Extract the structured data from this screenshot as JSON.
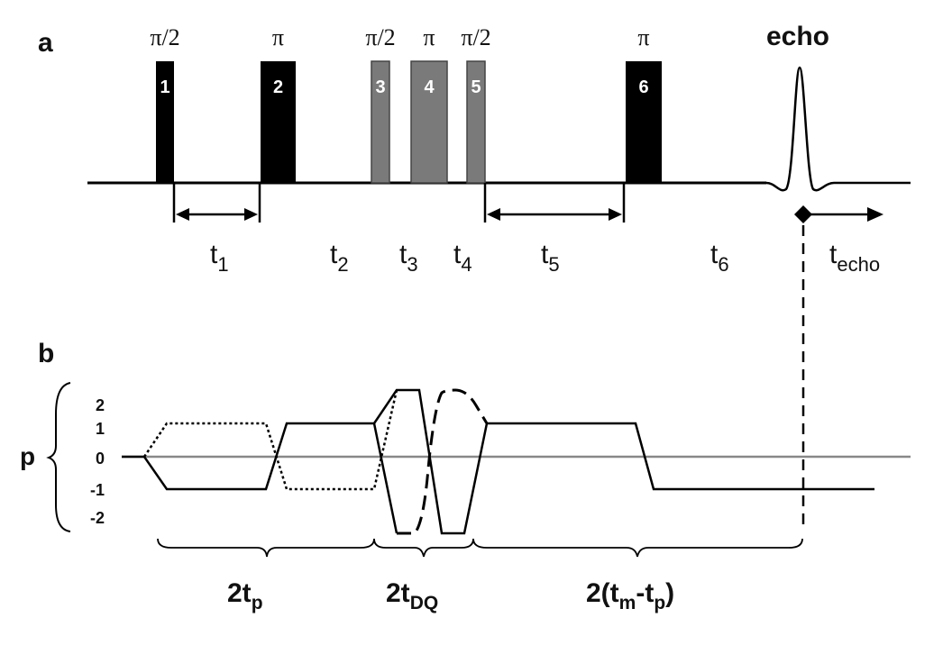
{
  "panel_a": {
    "label": "a",
    "pulses": [
      {
        "num": "1",
        "angle": "π/2",
        "color": "#000000"
      },
      {
        "num": "2",
        "angle": "π",
        "color": "#000000"
      },
      {
        "num": "3",
        "angle": "π/2",
        "color": "#7a7a7a"
      },
      {
        "num": "4",
        "angle": "π",
        "color": "#7a7a7a"
      },
      {
        "num": "5",
        "angle": "π/2",
        "color": "#7a7a7a"
      },
      {
        "num": "6",
        "angle": "π",
        "color": "#000000"
      }
    ],
    "echo_label": "echo",
    "times": [
      {
        "t": "t",
        "sub": "1"
      },
      {
        "t": "t",
        "sub": "2"
      },
      {
        "t": "t",
        "sub": "3"
      },
      {
        "t": "t",
        "sub": "4"
      },
      {
        "t": "t",
        "sub": "5"
      },
      {
        "t": "t",
        "sub": "6"
      },
      {
        "t": "t",
        "sub": "echo"
      }
    ]
  },
  "panel_b": {
    "label": "b",
    "axis_label": "p",
    "levels": [
      "2",
      "1",
      "0",
      "-1",
      "-2"
    ],
    "segments": [
      {
        "main": "2t",
        "sub": "p",
        "tail": ""
      },
      {
        "main": "2t",
        "sub": "DQ",
        "tail": ""
      },
      {
        "main": "2(t",
        "sub": "m",
        "tail": "-t",
        "sub2": "p",
        "end": ")"
      }
    ]
  }
}
